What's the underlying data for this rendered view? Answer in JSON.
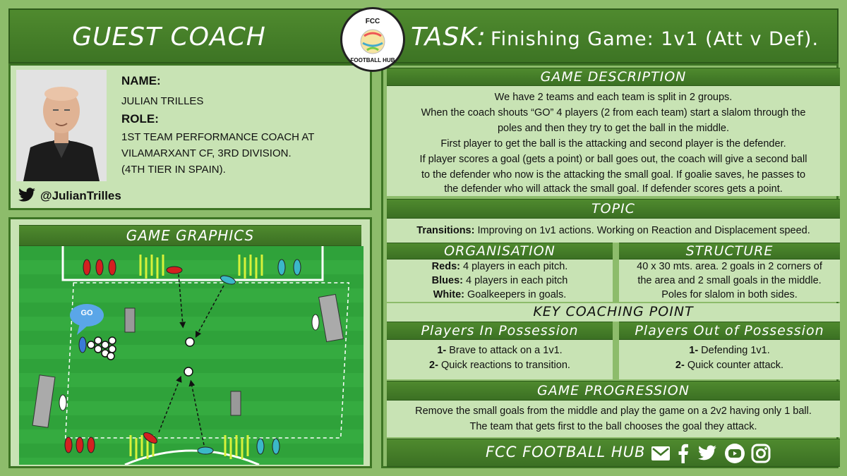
{
  "coach_banner": {
    "title": "GUEST COACH"
  },
  "logo": {
    "top_text": "FCC",
    "bottom_text": "FOOTBALL HUB"
  },
  "task_banner": {
    "label": "TASK:",
    "title": "Finishing Game: 1v1 (Att v Def)."
  },
  "profile": {
    "name_label": "NAME:",
    "name": "JULIAN TRILLES",
    "role_label": "ROLE:",
    "role_line1": "1ST TEAM PERFORMANCE COACH AT",
    "role_line2": "VILAMARXANT CF, 3RD DIVISION.",
    "role_line3": "(4TH TIER IN SPAIN).",
    "twitter_handle": "@JulianTrilles"
  },
  "graphics": {
    "title": "GAME GRAPHICS",
    "speech": "GO"
  },
  "description": {
    "title": "GAME DESCRIPTION",
    "lines": [
      "We have 2 teams and each team is split in 2 groups.",
      "When the coach shouts “GO” 4 players (2 from each team) start a slalom through the",
      "poles and then they try to get the ball in the middle.",
      "First player to get the ball is the attacking and second player is the defender.",
      "If player scores a goal (gets a point) or ball goes out, the coach will give a second ball",
      "to the defender who now is the attacking the small goal. If goalie saves, he passes to",
      "the defender who will attack the small goal. If defender scores gets a point."
    ]
  },
  "topic": {
    "title": "TOPIC",
    "label": "Transitions:",
    "text": " Improving on 1v1 actions. Working on Reaction and Displacement speed."
  },
  "organisation": {
    "title": "ORGANISATION",
    "reds_label": "Reds:",
    "reds_text": " 4 players in each pitch.",
    "blues_label": "Blues:",
    "blues_text": " 4 players in each pitch",
    "white_label": "White:",
    "white_text": " Goalkeepers in goals."
  },
  "structure": {
    "title": "STRUCTURE",
    "lines": [
      "40 x 30 mts. area. 2 goals in 2 corners of",
      "the area and 2 small goals in the middle.",
      "Poles for slalom in both sides."
    ]
  },
  "key_points": {
    "title": "KEY COACHING POINT",
    "in_possession": {
      "title": "Players In Possession",
      "p1_num": "1-",
      "p1_text": " Brave to attack on a 1v1.",
      "p2_num": "2-",
      "p2_text": " Quick reactions to transition."
    },
    "out_possession": {
      "title": "Players Out of Possession",
      "p1_num": "1-",
      "p1_text": " Defending 1v1.",
      "p2_num": "2-",
      "p2_text": " Quick counter attack."
    }
  },
  "progression": {
    "title": "GAME PROGRESSION",
    "line1": "Remove the small goals from the middle and play the game on a 2v2 having only 1 ball.",
    "line2": "The team that gets first to the ball chooses the goal they attack."
  },
  "footer": {
    "brand": "FCC FOOTBALL HUB",
    "icons": [
      "mail-icon",
      "facebook-icon",
      "twitter-icon",
      "youtube-icon",
      "instagram-icon"
    ]
  },
  "colors": {
    "background": "#8dbc6b",
    "banner": "#3d7424",
    "panel": "#c8e3b4",
    "pitch": "#2fa23a",
    "red_team": "#d42020",
    "blue_team": "#3bb8c8"
  }
}
